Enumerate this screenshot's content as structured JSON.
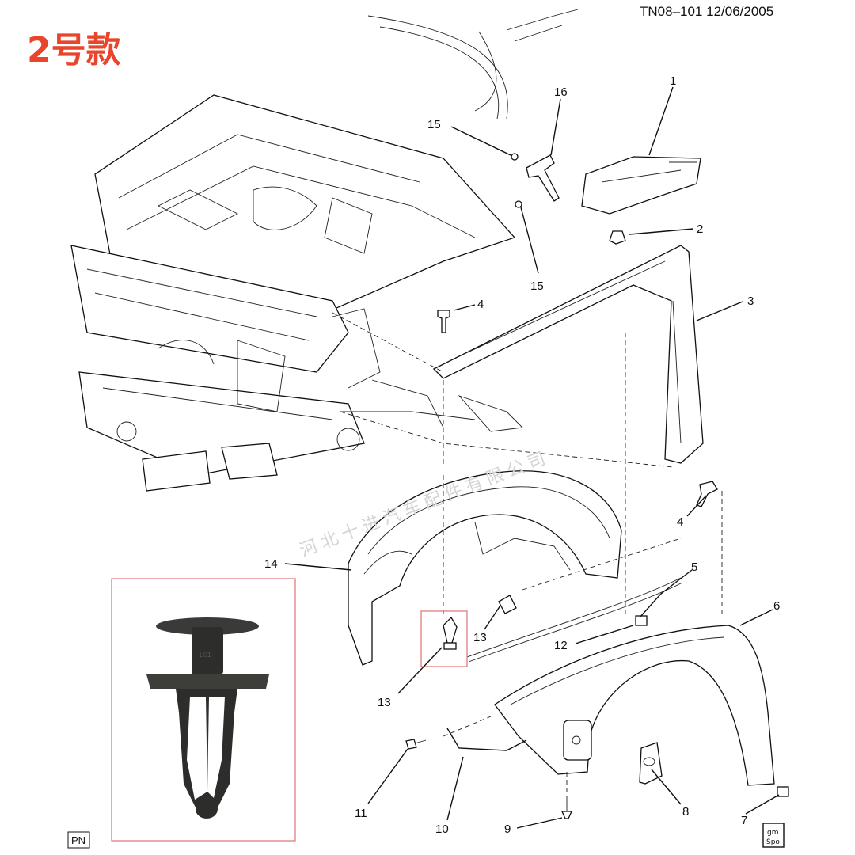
{
  "badge": "2号款",
  "header": "TN08–101  12/06/2005",
  "watermark": "河北十进汽车配件有限公司",
  "pn_box": "PN",
  "callouts": {
    "c1": "1",
    "c2": "2",
    "c3": "3",
    "c4a": "4",
    "c4b": "4",
    "c5": "5",
    "c6": "6",
    "c7": "7",
    "c8": "8",
    "c9": "9",
    "c10": "10",
    "c11": "11",
    "c12": "12",
    "c13a": "13",
    "c13b": "13",
    "c14": "14",
    "c15a": "15",
    "c15b": "15",
    "c16": "16"
  },
  "inset_part_mark": "L01",
  "gm_logo": "gm\nSpo",
  "colors": {
    "badge": "#e8452c",
    "highlight_box": "#e07070",
    "clip": "#2d2d2b"
  }
}
